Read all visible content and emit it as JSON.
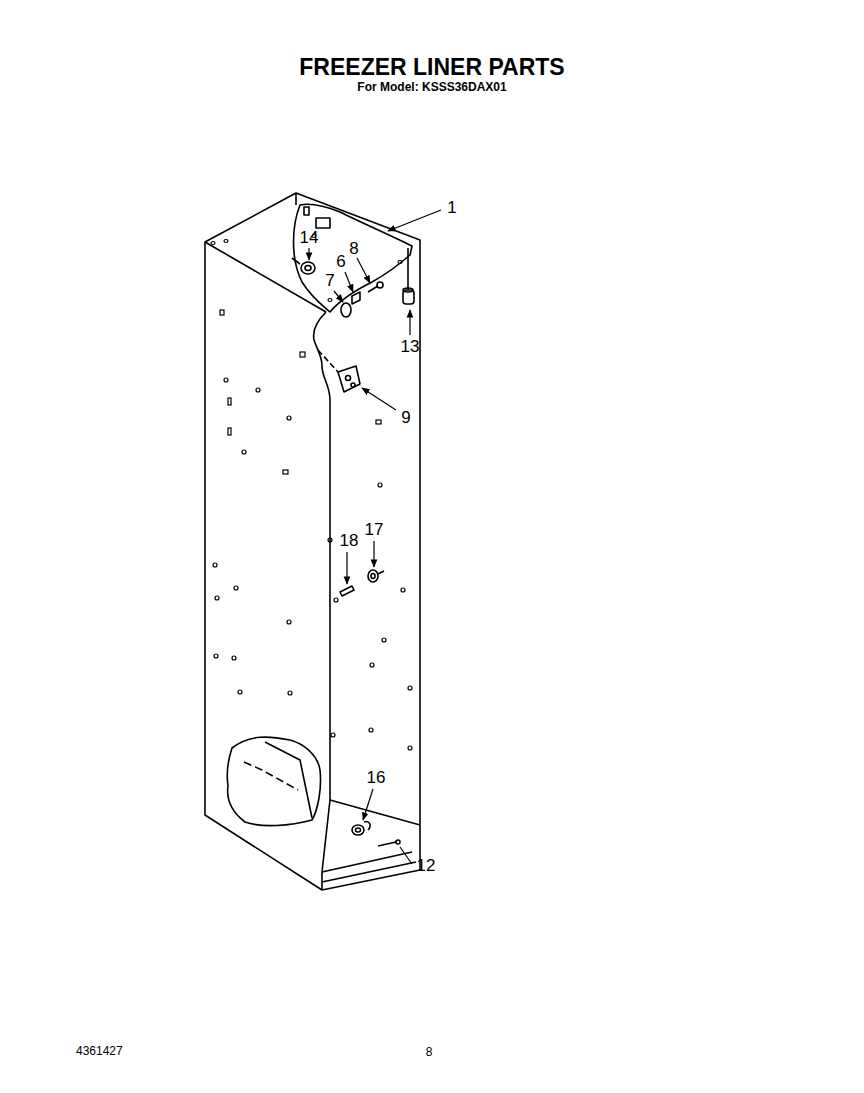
{
  "diagram": {
    "title": "FREEZER LINER PARTS",
    "labels": [
      "For Model: KSSS36DAX01",
      "1",
      "14",
      "8",
      "6",
      "7",
      "13",
      "9",
      "18",
      "17",
      "16",
      "12",
      "4361427",
      "8"
    ]
  }
}
